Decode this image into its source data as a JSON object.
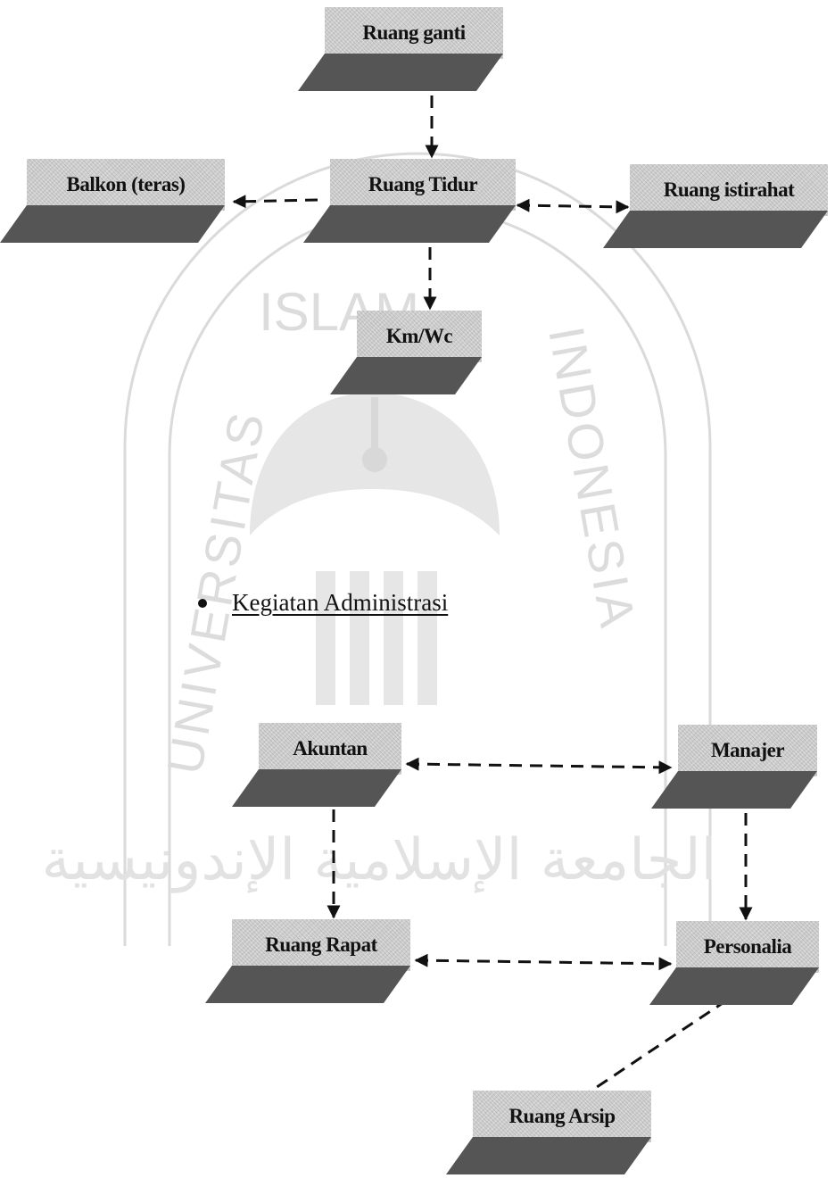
{
  "watermark": {
    "top_text": "ISLAM",
    "left_text": "UNIVERSITAS",
    "right_text": "INDONESIA",
    "arabic_text": "الجامعة الإسلامية الإندونيسية",
    "color": "#d9d9d9"
  },
  "diagram_1": {
    "nodes": {
      "ruang_ganti": "Ruang ganti",
      "ruang_tidur": "Ruang Tidur",
      "balkon": "Balkon (teras)",
      "ruang_istirahat": "Ruang istirahat",
      "kmwc": "Km/Wc"
    }
  },
  "section": {
    "heading": "Kegiatan Administrasi"
  },
  "diagram_2": {
    "nodes": {
      "akuntan": "Akuntan",
      "manajer": "Manajer",
      "ruang_rapat": "Ruang Rapat",
      "personalia": "Personalia",
      "ruang_arsip": "Ruang Arsip"
    }
  },
  "edges": [
    {
      "from": "ruang_ganti",
      "to": "ruang_tidur",
      "direction": "both"
    },
    {
      "from": "ruang_tidur",
      "to": "balkon",
      "direction": "to"
    },
    {
      "from": "ruang_tidur",
      "to": "ruang_istirahat",
      "direction": "both"
    },
    {
      "from": "ruang_tidur",
      "to": "kmwc",
      "direction": "both"
    },
    {
      "from": "akuntan",
      "to": "manajer",
      "direction": "both"
    },
    {
      "from": "akuntan",
      "to": "ruang_rapat",
      "direction": "both"
    },
    {
      "from": "manajer",
      "to": "personalia",
      "direction": "both"
    },
    {
      "from": "ruang_rapat",
      "to": "personalia",
      "direction": "both"
    },
    {
      "from": "personalia",
      "to": "ruang_arsip",
      "direction": "both"
    }
  ],
  "colors": {
    "node_fill": "#cfcfcf",
    "node_shadow": "#555555",
    "edge": "#111111"
  }
}
